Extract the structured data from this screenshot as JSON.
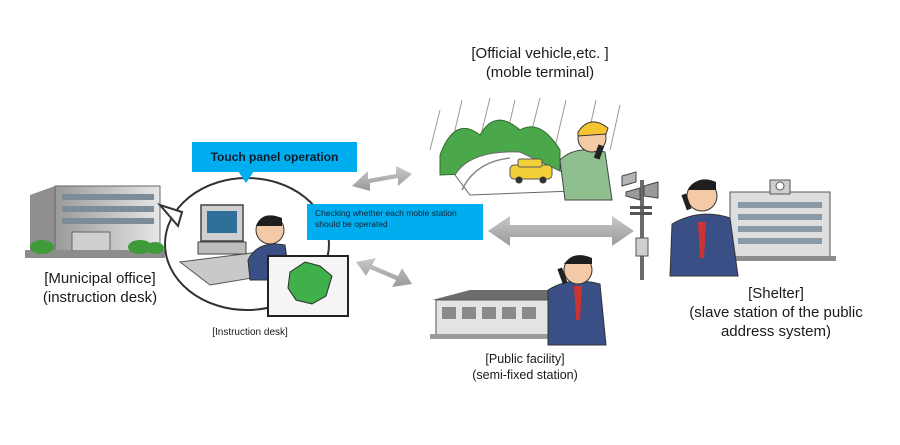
{
  "callouts": {
    "touch_panel": "Touch panel operation",
    "checking": "Checking whether each moble station should be operated"
  },
  "labels": {
    "municipal_line1": "[Municipal office]",
    "municipal_line2": "(instruction desk)",
    "instruction_desk": "[Instruction desk]",
    "vehicle_line1": "[Official vehicle,etc. ]",
    "vehicle_line2": "(moble terminal)",
    "public_line1": "[Public facility]",
    "public_line2": "(semi-fixed station)",
    "shelter_line1": "[Shelter]",
    "shelter_line2": "(slave station of the public",
    "shelter_line3": "address system)"
  }
}
